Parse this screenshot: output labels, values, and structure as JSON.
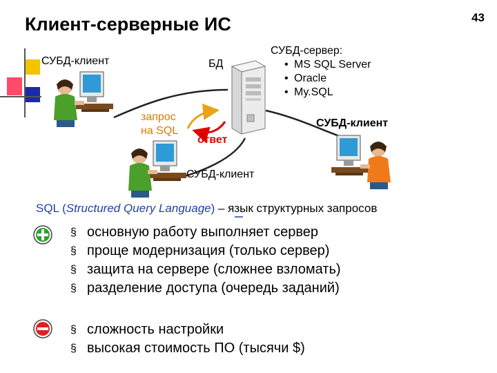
{
  "slide": {
    "title": "Клиент-серверные ИС",
    "page_number": "43"
  },
  "diagram": {
    "client_label_1": "СУБД-клиент",
    "client_label_2": "СУБД-клиент",
    "client_label_3": "СУБД-клиент",
    "db_label": "БД",
    "server": {
      "title": "СУБД-сервер:",
      "items": [
        "MS SQL Server",
        "Oracle",
        "My.SQL"
      ]
    },
    "request_line1": "запрос",
    "request_line2": "на SQL",
    "response_label": "ответ"
  },
  "sql": {
    "abbr": "SQL",
    "open_paren": "(",
    "expansion": "Structured Query Language",
    "close_paren": ")",
    "rest": " – язык структурных запросов"
  },
  "pros": {
    "items": [
      "основную работу выполняет сервер",
      "проще модернизация (только сервер)",
      "защита на сервере (сложнее взломать)",
      "разделение доступа (очередь заданий)"
    ]
  },
  "cons": {
    "items": [
      "сложность настройки",
      "высокая стоимость ПО (тысячи $)"
    ]
  },
  "colors": {
    "accent_orange": "#d97a00",
    "accent_red": "#e00000",
    "sql_blue": "#1f3fa6",
    "plus_green": "#2ea02e",
    "minus_red": "#e02020"
  }
}
